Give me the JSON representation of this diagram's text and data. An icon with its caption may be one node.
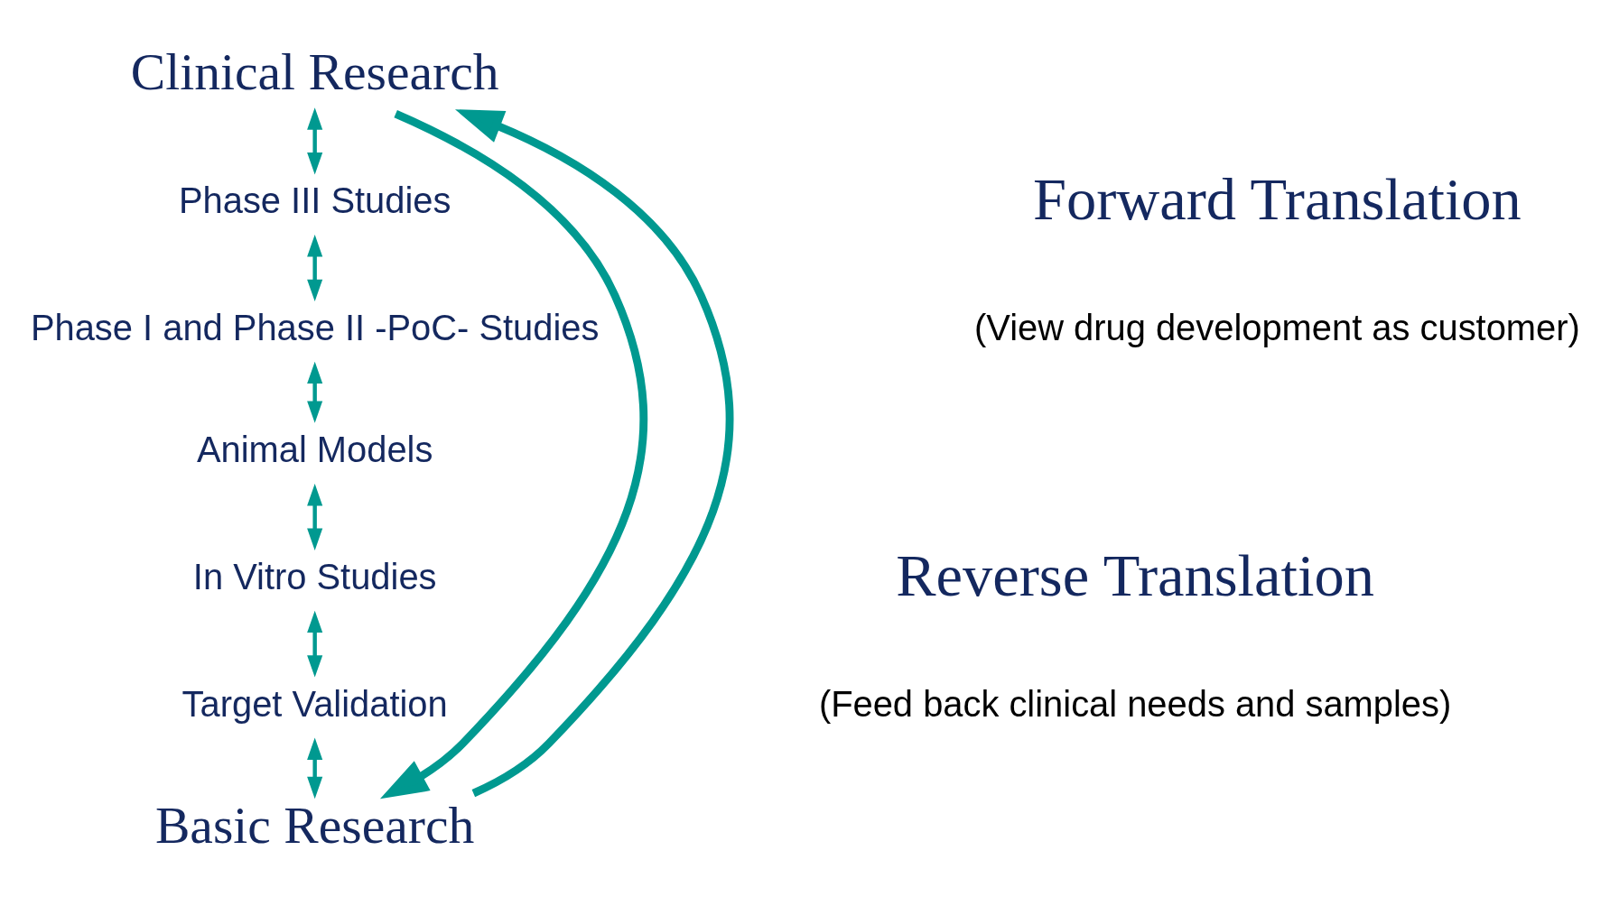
{
  "diagram": {
    "nodes": [
      {
        "text": [
          "Clinical Research"
        ]
      },
      {
        "text": [
          "Phase III Studies"
        ]
      },
      {
        "text": [
          "Phase I and Phase II -PoC- Studies"
        ]
      },
      {
        "text": [
          "Animal Models"
        ]
      },
      {
        "text": [
          "In Vitro Studies"
        ]
      },
      {
        "text": [
          "Target Validation"
        ]
      },
      {
        "text": [
          "Basic Research"
        ]
      }
    ],
    "edges": [
      {
        "from": 0,
        "to": 1,
        "arrow": "both"
      },
      {
        "from": 1,
        "to": 2,
        "arrow": "both"
      },
      {
        "from": 2,
        "to": 3,
        "arrow": "both"
      },
      {
        "from": 3,
        "to": 4,
        "arrow": "both"
      },
      {
        "from": 4,
        "to": 5,
        "arrow": "both"
      },
      {
        "from": 5,
        "to": 6,
        "arrow": "both"
      },
      {
        "from": 6,
        "to": 0,
        "arrow": "to",
        "style": "thick"
      },
      {
        "from": 0,
        "to": 6,
        "arrow": "to",
        "style": "thick"
      }
    ],
    "labels": [
      "Forward Translation",
      "(View drug development as customer)",
      "Reverse Translation",
      "(Feed back clinical needs and samples)"
    ]
  }
}
